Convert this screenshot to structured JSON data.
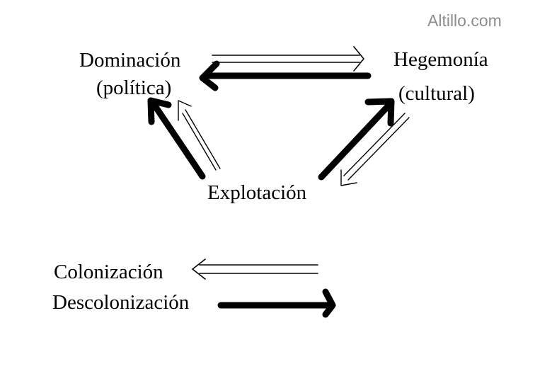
{
  "watermark": "Altillo.com",
  "nodes": {
    "dominacion": {
      "line1": "Dominación",
      "line2": "(política)"
    },
    "hegemonia": {
      "line1": "Hegemonía",
      "line2": "(cultural)"
    },
    "explotacion": {
      "label": "Explotación"
    }
  },
  "legend": {
    "colonizacion": "Colonización",
    "descolonizacion": "Descolonización"
  },
  "colors": {
    "ink": "#000000",
    "watermark": "#8c8c8c",
    "background": "#ffffff"
  }
}
